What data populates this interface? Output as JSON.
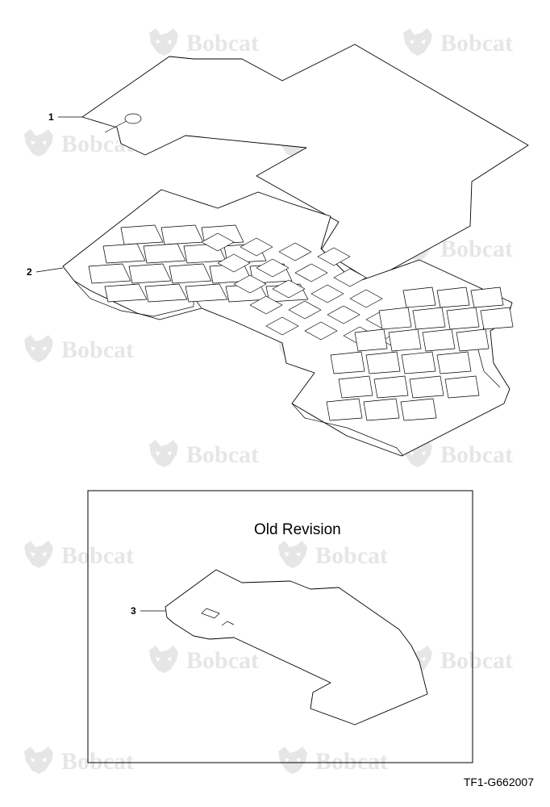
{
  "watermark": {
    "brand": "Bobcat"
  },
  "callouts": [
    {
      "id": "callout-1",
      "label": "1"
    },
    {
      "id": "callout-2",
      "label": "2"
    },
    {
      "id": "callout-3",
      "label": "3"
    }
  ],
  "inset": {
    "title": "Old Revision"
  },
  "figure_id": "TF1-G662007"
}
